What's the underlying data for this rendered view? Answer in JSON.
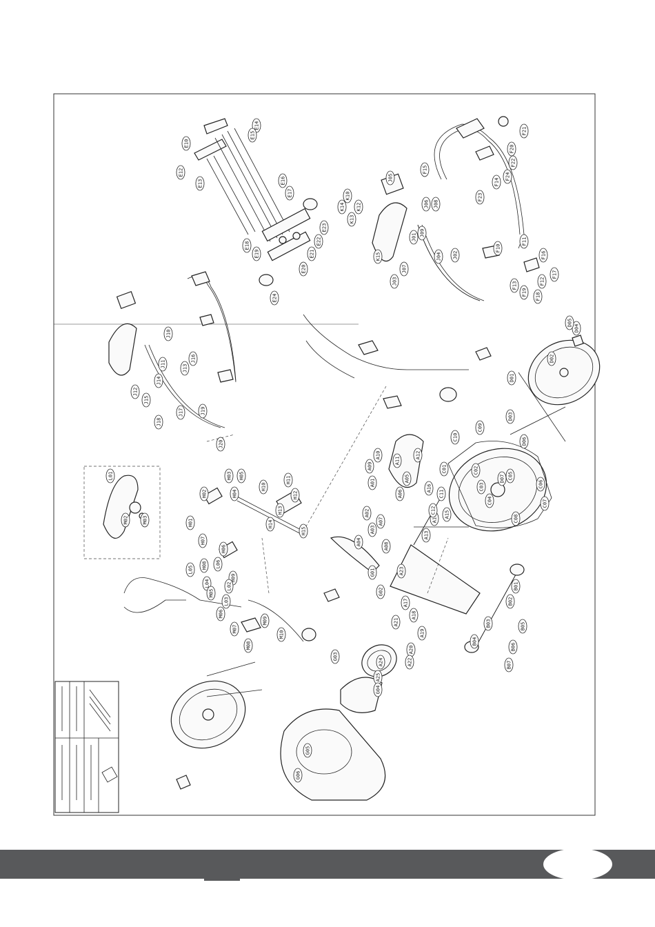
{
  "diagram": {
    "kind": "exploded parts view",
    "accent_color": "#58595b",
    "bubble_labels": [
      "E10",
      "E12",
      "E13",
      "E14",
      "E15",
      "E16",
      "E17",
      "E18",
      "E19",
      "E20",
      "E21",
      "E22",
      "E23",
      "E24",
      "D01",
      "D02",
      "D03",
      "D04",
      "D05",
      "D06",
      "D07",
      "J01",
      "J02",
      "J03",
      "J04",
      "J05",
      "J06",
      "J07",
      "J08",
      "J09",
      "J10",
      "J11",
      "J12",
      "J13",
      "J14",
      "J15",
      "J16",
      "J17",
      "J18",
      "J19",
      "J20",
      "K10",
      "K12",
      "K13",
      "K14",
      "K15",
      "F10",
      "F11",
      "F12",
      "F13",
      "F14",
      "F15",
      "F16",
      "F17",
      "F18",
      "F19",
      "F20",
      "F21",
      "F22",
      "F23",
      "F24",
      "H01",
      "H02",
      "H03",
      "H04",
      "H05",
      "H06",
      "H07",
      "H08",
      "H09",
      "H10",
      "H11",
      "H12",
      "H13",
      "H14",
      "H15",
      "L01",
      "L02",
      "L03",
      "L04",
      "L05",
      "L06",
      "M02",
      "M03",
      "M05",
      "M06",
      "M07",
      "M08",
      "M09",
      "M10",
      "A01",
      "A02",
      "A03",
      "A04",
      "A05",
      "A06",
      "A07",
      "A08",
      "A09",
      "A10",
      "A11",
      "A12",
      "A13",
      "A14",
      "A15",
      "A16",
      "A17",
      "A18",
      "A19",
      "A20",
      "A21",
      "A22",
      "A23",
      "A24",
      "A25",
      "B01",
      "B02",
      "B03",
      "B04",
      "B05",
      "B06",
      "B07",
      "C01",
      "C02",
      "C03",
      "C04",
      "C05",
      "C06",
      "C07",
      "C08",
      "C09",
      "C10",
      "C11",
      "C12",
      "G01",
      "G02",
      "G03",
      "G04",
      "G05",
      "G06"
    ]
  },
  "footer": {
    "page_number": ""
  }
}
